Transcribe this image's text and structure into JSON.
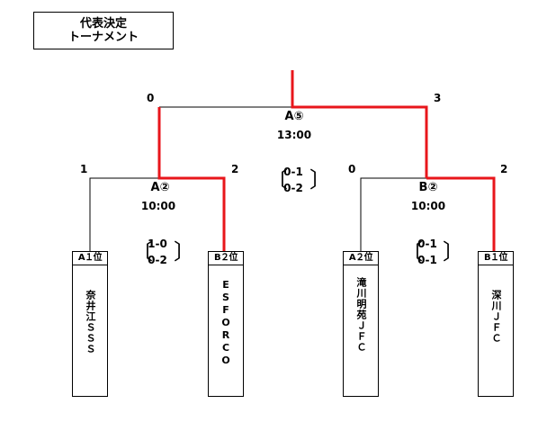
{
  "title": {
    "line1": "代表決定",
    "line2": "トーナメント"
  },
  "colors": {
    "winner_line": "#e8161b",
    "line": "#000000"
  },
  "final": {
    "code": "A⑤",
    "time": "13:00",
    "left_score": "0",
    "right_score": "3",
    "sets": [
      "0-1",
      "0-2"
    ]
  },
  "semi_left": {
    "code": "A②",
    "time": "10:00",
    "left_score": "1",
    "right_score": "2",
    "sets": [
      "1-0",
      "0-2"
    ]
  },
  "semi_right": {
    "code": "B②",
    "time": "10:00",
    "left_score": "0",
    "right_score": "2",
    "sets": [
      "0-1",
      "0-1"
    ]
  },
  "teams": [
    {
      "seed": "A１位",
      "name": "奈井江ＳＳＳ"
    },
    {
      "seed": "B２位",
      "name": "ESFORCO"
    },
    {
      "seed": "A２位",
      "name": "滝川明苑ＪＦＣ"
    },
    {
      "seed": "B１位",
      "name": "深川ＪＦＣ"
    }
  ],
  "brackets": [
    "〔",
    "〕"
  ]
}
